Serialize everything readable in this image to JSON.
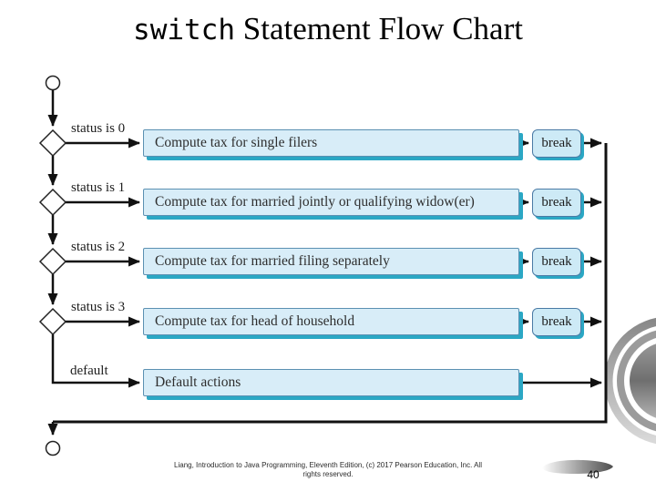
{
  "slide": {
    "title": {
      "keyword": "switch",
      "rest": " Statement Flow Chart"
    },
    "footer": {
      "line1": "Liang, Introduction to Java Programming, Eleventh Edition, (c) 2017 Pearson Education, Inc. All",
      "line2": "rights reserved."
    },
    "page_number": "40"
  },
  "flowchart": {
    "type": "switch-statement-flow",
    "start_symbol": "circle-terminal",
    "end_symbol": "circle-terminal",
    "break_label": "break",
    "rows": [
      {
        "condition": "status is 0",
        "action": "Compute tax for single filers",
        "has_break": true
      },
      {
        "condition": "status is 1",
        "action": "Compute tax for married jointly or qualifying widow(er)",
        "has_break": true
      },
      {
        "condition": "status is 2",
        "action": "Compute tax for married filing separately",
        "has_break": true
      },
      {
        "condition": "status is 3",
        "action": "Compute tax for head of household",
        "has_break": true
      }
    ],
    "default_row": {
      "condition": "default",
      "action": "Default actions",
      "has_break": false
    }
  },
  "colors": {
    "box_fill": "#d8edf8",
    "box_border": "#5b90b2",
    "box_shadow_teal": "#2ba7c4",
    "connector_line": "#111111",
    "decorative_gray": "#8c8c8c"
  }
}
